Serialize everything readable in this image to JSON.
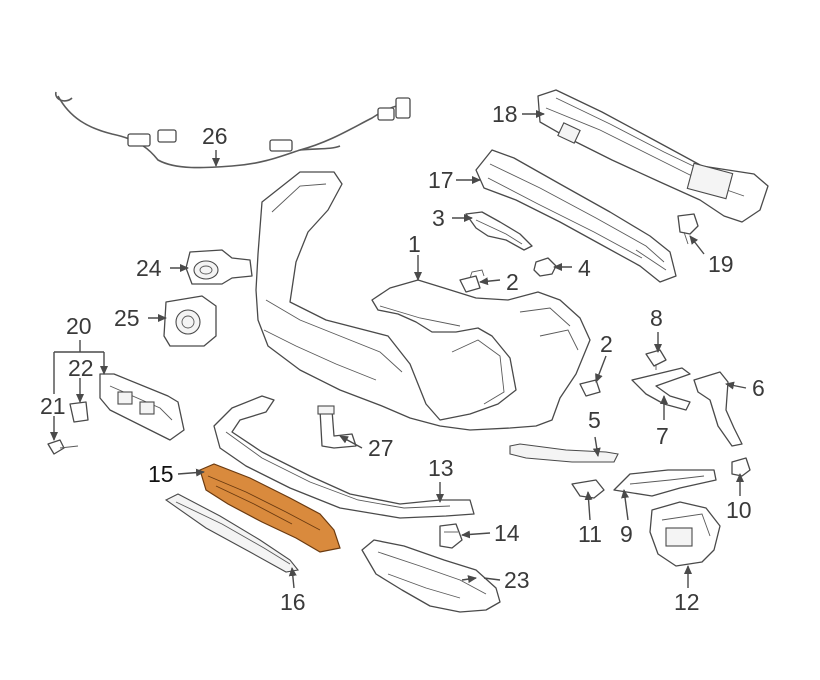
{
  "highlight_color": "#d98a3d",
  "callouts": {
    "c1": "1",
    "c2a": "2",
    "c2b": "2",
    "c3": "3",
    "c4": "4",
    "c5": "5",
    "c6": "6",
    "c7": "7",
    "c8": "8",
    "c9": "9",
    "c10": "10",
    "c11": "11",
    "c12": "12",
    "c13": "13",
    "c14": "14",
    "c15": "15",
    "c16": "16",
    "c17": "17",
    "c18": "18",
    "c19": "19",
    "c20": "20",
    "c21": "21",
    "c22": "22",
    "c23": "23",
    "c24": "24",
    "c25": "25",
    "c26": "26",
    "c27": "27"
  }
}
